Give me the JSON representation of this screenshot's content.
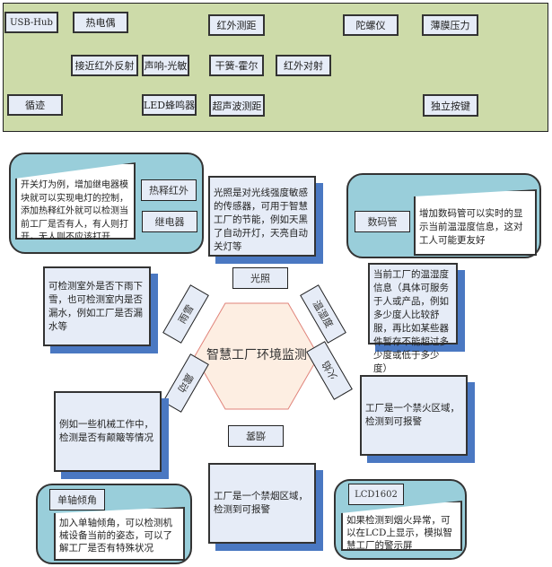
{
  "modules": {
    "usb_hub": "USB-Hub",
    "thermocouple": "热电偶",
    "ir_ranging": "红外测距",
    "gyroscope": "陀螺仪",
    "film_pressure": "薄膜压力",
    "proximity_ir": "接近红外反射",
    "sound_light": "声响-光敏",
    "reed_hall": "干簧-霍尔",
    "ir_beam": "红外对射",
    "line_tracking": "循迹",
    "led_buzzer": "LED蜂鸣器",
    "ultrasonic": "超声波测距",
    "button": "独立按键"
  },
  "center": "智慧工厂环境监测",
  "sensors": {
    "light": "光照",
    "humidity": "温湿度",
    "flame": "火焰",
    "smoke": "烟雾",
    "vibration": "震动",
    "rain": "雨雪"
  },
  "descriptions": {
    "light": "光照是对光线强度敏感的传感器，可用于智慧工厂的节能，例如天黑了自动开灯，天亮自动关灯等",
    "humidity": "当前工厂的温湿度信息（具体可服务于人或产品，例如多少度人比较舒服，再比如某些器件暂存不能超过多少度或低于多少度）",
    "rain": "可检测室外是否下雨下雪，也可检测室内是否漏水，例如工厂是否漏水等",
    "vibration": "例如一些机械工作中，检测是否有颠簸等情况",
    "flame": "工厂是一个禁火区域，检测到可报警",
    "smoke": "工厂是一个禁烟区域，检测到可报警"
  },
  "extensions": {
    "relay": {
      "labels": [
        "热释红外",
        "继电器"
      ],
      "note": "开关灯为例，增加继电器模块就可以实现电灯的控制，添加热释红外就可以检测当前工厂是否有人，有人则打开，无人则不应该打开"
    },
    "digit": {
      "label": "数码管",
      "note": "增加数码管可以实时的显示当前温湿度信息，这对工人可能更友好"
    },
    "tilt": {
      "label": "单轴倾角",
      "note": "加入单轴倾角，可以检测机械设备当前的姿态，可以了解工厂是否有特殊状况"
    },
    "lcd": {
      "label": "LCD1602",
      "note": "如果检测到烟火异常，可以在LCD上显示，模拟智慧工厂的警示屏"
    }
  }
}
